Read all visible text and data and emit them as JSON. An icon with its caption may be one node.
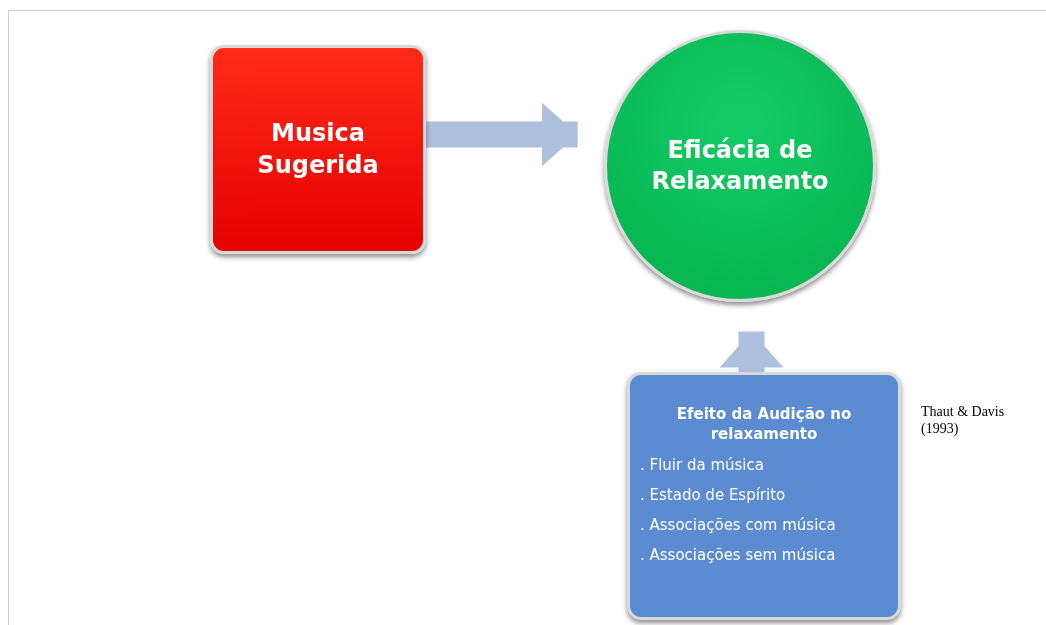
{
  "diagram": {
    "nodes": [
      {
        "text": [
          "Musica Sugerida"
        ]
      },
      {
        "text": [
          "Eficácia de Relaxamento"
        ]
      },
      {
        "text": [
          "Efeito da Audição no relaxamento",
          ". Fluir da música",
          ". Estado de Espírito",
          ". Associações com música",
          ". Associações sem música"
        ],
        "beside": [
          "Thaut & Davis (1993)"
        ]
      }
    ],
    "edges": [
      {
        "from": 0,
        "to": 1,
        "arrow": "to"
      },
      {
        "from": 2,
        "to": 1,
        "arrow": "to"
      }
    ]
  }
}
